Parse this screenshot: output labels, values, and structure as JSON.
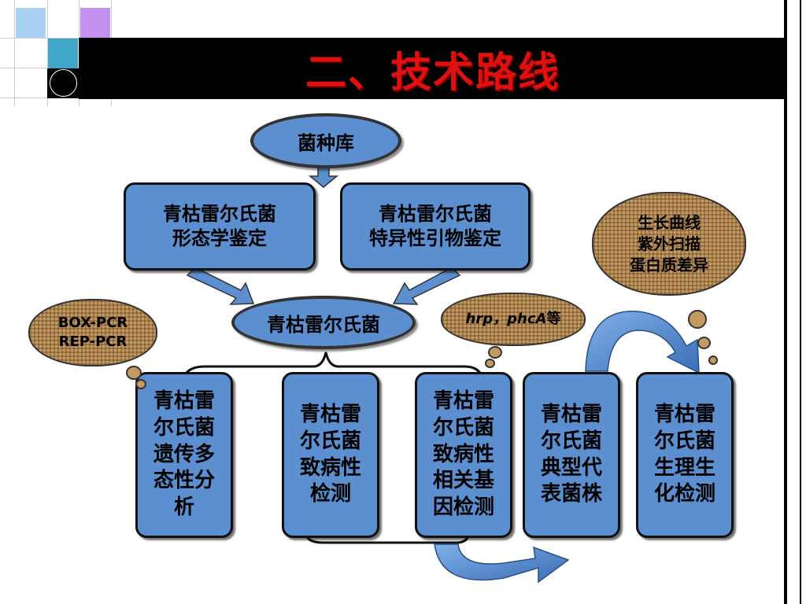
{
  "title": "二、技术路线",
  "nodes": {
    "bank": "菌种库",
    "morph": "青枯雷尔氏菌\n形态学鉴定",
    "primer": "青枯雷尔氏菌\n特异性引物鉴定",
    "center": "青枯雷尔氏菌",
    "diversity": "青枯雷\n尔氏菌\n遗传多\n态性分\n析",
    "pathogen": "青枯雷\n尔氏菌\n致病性\n检测",
    "genes": "青枯雷\n尔氏菌\n致病性\n相关基\n因检测",
    "typical": "青枯雷\n尔氏菌\n典型代\n表菌株",
    "physio": "青枯雷\n尔氏菌\n生理生\n化检测"
  },
  "clouds": {
    "pcr": "BOX-PCR\nREP-PCR",
    "genes_note_italic": "hrp，phcA",
    "genes_note_suffix": "等",
    "physio_note": "生长曲线\n紫外扫描\n蛋白质差异"
  },
  "colors": {
    "box_fill": "#5b8fcf",
    "title_text": "#e01010",
    "title_bar": "#000000",
    "cloud_fill": "#c49a63"
  }
}
